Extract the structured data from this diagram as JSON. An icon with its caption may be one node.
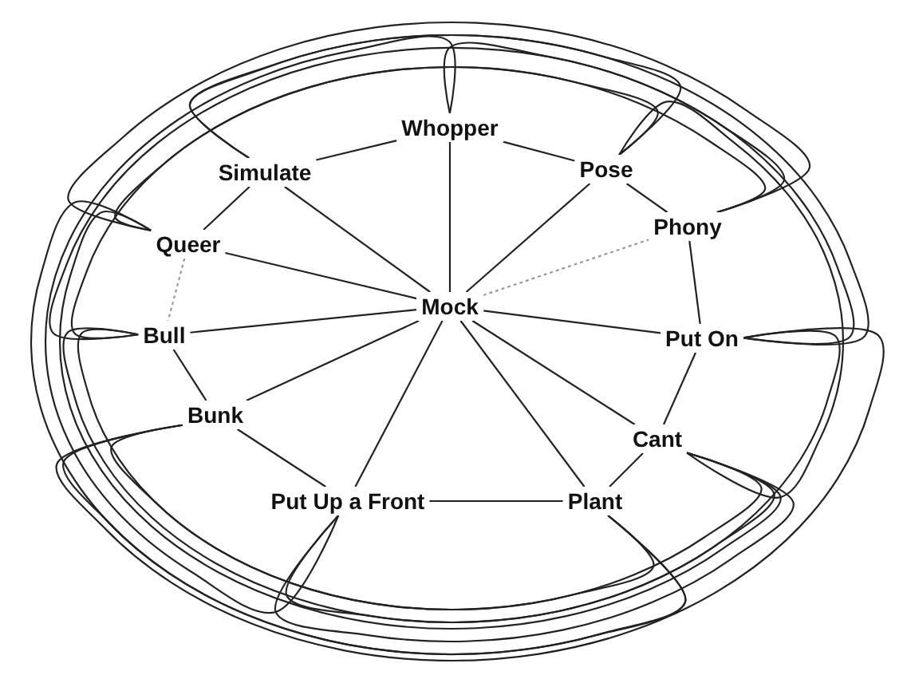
{
  "diagram": {
    "nodes": [
      {
        "text": [
          "Whopper"
        ]
      },
      {
        "text": [
          "Simulate"
        ]
      },
      {
        "text": [
          "Pose"
        ]
      },
      {
        "text": [
          "Queer"
        ]
      },
      {
        "text": [
          "Phony"
        ]
      },
      {
        "text": [
          "Mock"
        ]
      },
      {
        "text": [
          "Bull"
        ]
      },
      {
        "text": [
          "Put On"
        ]
      },
      {
        "text": [
          "Bunk"
        ]
      },
      {
        "text": [
          "Cant"
        ]
      },
      {
        "text": [
          "Put Up a Front"
        ]
      },
      {
        "text": [
          "Plant"
        ]
      }
    ],
    "edges": [
      {
        "from": 5,
        "to": 0,
        "arrow": "none"
      },
      {
        "from": 5,
        "to": 1,
        "arrow": "none"
      },
      {
        "from": 5,
        "to": 2,
        "arrow": "none"
      },
      {
        "from": 5,
        "to": 3,
        "arrow": "none"
      },
      {
        "from": 5,
        "to": 4,
        "arrow": "none",
        "style": "dashed",
        "color": "#999999"
      },
      {
        "from": 5,
        "to": 6,
        "arrow": "none"
      },
      {
        "from": 5,
        "to": 7,
        "arrow": "none"
      },
      {
        "from": 5,
        "to": 8,
        "arrow": "none"
      },
      {
        "from": 5,
        "to": 9,
        "arrow": "none"
      },
      {
        "from": 5,
        "to": 10,
        "arrow": "none"
      },
      {
        "from": 5,
        "to": 11,
        "arrow": "none"
      },
      {
        "from": 0,
        "to": 2,
        "arrow": "none"
      },
      {
        "from": 0,
        "to": 1,
        "arrow": "none"
      },
      {
        "from": 1,
        "to": 3,
        "arrow": "none"
      },
      {
        "from": 3,
        "to": 6,
        "arrow": "none",
        "style": "dashed",
        "color": "#999999"
      },
      {
        "from": 6,
        "to": 8,
        "arrow": "none"
      },
      {
        "from": 8,
        "to": 10,
        "arrow": "none"
      },
      {
        "from": 10,
        "to": 11,
        "arrow": "none"
      },
      {
        "from": 11,
        "to": 9,
        "arrow": "none"
      },
      {
        "from": 9,
        "to": 7,
        "arrow": "none"
      },
      {
        "from": 7,
        "to": 4,
        "arrow": "none"
      },
      {
        "from": 4,
        "to": 2,
        "arrow": "none"
      },
      {
        "from": 3,
        "to": 2,
        "arrow": "none"
      },
      {
        "from": 3,
        "to": 4,
        "arrow": "none"
      },
      {
        "from": 1,
        "to": 7,
        "arrow": "none"
      },
      {
        "from": 6,
        "to": 7,
        "arrow": "none"
      },
      {
        "from": 6,
        "to": 9,
        "arrow": "none"
      },
      {
        "from": 8,
        "to": 9,
        "arrow": "none"
      },
      {
        "from": 8,
        "to": 11,
        "arrow": "none"
      },
      {
        "from": 10,
        "to": 9,
        "arrow": "none"
      },
      {
        "from": 3,
        "to": 9,
        "arrow": "none"
      },
      {
        "from": 6,
        "to": 4,
        "arrow": "none"
      },
      {
        "from": 8,
        "to": 7,
        "arrow": "none"
      },
      {
        "from": 1,
        "to": 2,
        "arrow": "none"
      },
      {
        "from": 0,
        "to": 4,
        "arrow": "none"
      },
      {
        "from": 10,
        "to": 7,
        "arrow": "none"
      },
      {
        "from": 11,
        "to": 6,
        "arrow": "none"
      },
      {
        "from": 3,
        "to": 11,
        "arrow": "none"
      },
      {
        "from": 0,
        "to": 10,
        "arrow": "none"
      },
      {
        "from": 2,
        "to": 9,
        "arrow": "none"
      }
    ]
  }
}
